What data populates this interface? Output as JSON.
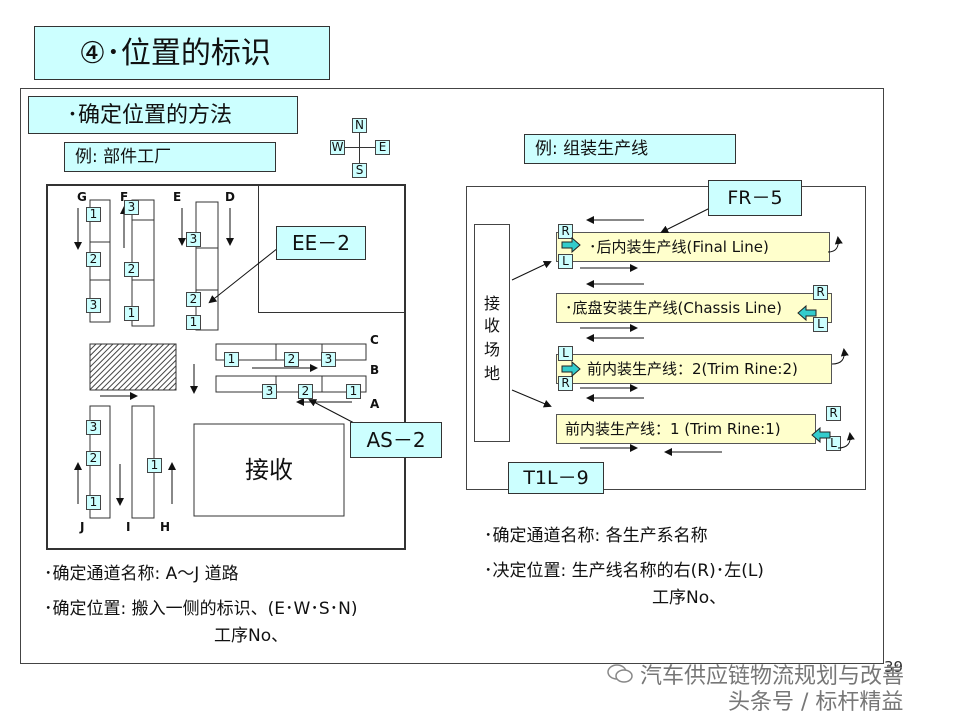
{
  "title": "④･位置的标识",
  "method_title": "･确定位置的方法",
  "compass": {
    "n": "N",
    "s": "S",
    "w": "W",
    "e": "E"
  },
  "left": {
    "example_label": "例: 部件工厂",
    "lane_letters": [
      "G",
      "F",
      "E",
      "D",
      "C",
      "B",
      "A",
      "J",
      "I",
      "H"
    ],
    "number_labels": [
      "1",
      "2",
      "3"
    ],
    "callout_ee": "EE－2",
    "callout_as": "AS－2",
    "receiving": "接收",
    "caption_line1": "･确定通道名称:  A～J 道路",
    "caption_line2": "･确定位置: 搬入一侧的标识、(E･W･S･N)",
    "caption_line3": "工序No、"
  },
  "right": {
    "example_label": "例: 组装生产线",
    "callout_fr": "FR－5",
    "callout_t1l": "T1L－9",
    "receiving_area": [
      "接",
      "收",
      "场",
      "地"
    ],
    "lines": [
      "･后内装生产线(Final Line)",
      "･底盘安装生产线(Chassis Line)",
      "前内装生产线：2(Trim Rine:2)",
      "前内装生产线：1 (Trim Rine:1)"
    ],
    "r_label": "R",
    "l_label": "L",
    "caption_line1": "･确定通道名称: 各生产系名称",
    "caption_line2": "･决定位置: 生产线名称的右(R)･左(L)",
    "caption_line3": "工序No、"
  },
  "page_number": "39",
  "watermark_line1": "汽车供应链物流规划与改善",
  "watermark_line2": "头条号 / 标杆精益"
}
